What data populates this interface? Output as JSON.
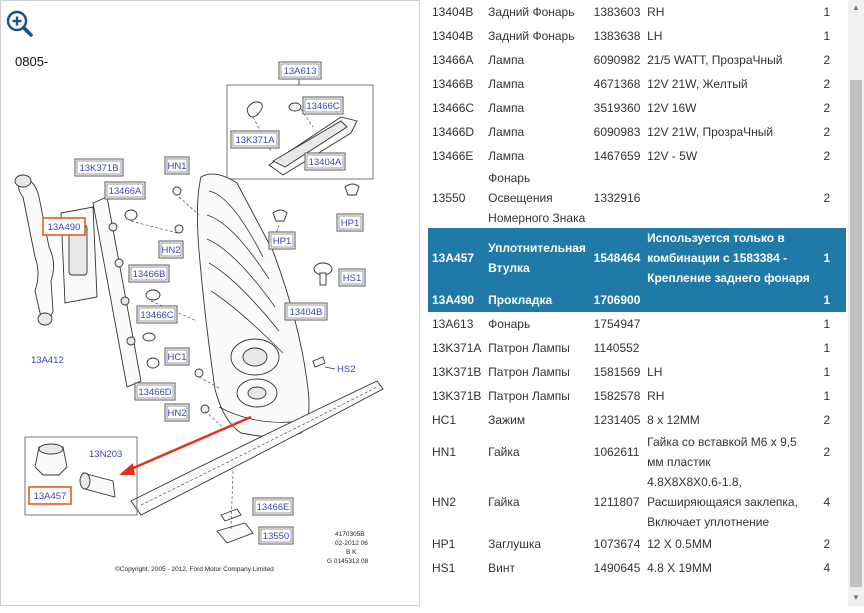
{
  "diagram": {
    "prefix": "0805-",
    "callouts": {
      "c_13A613": "13A613",
      "c_13466C": "13466C",
      "c_13K371A": "13K371A",
      "c_13404A": "13404A",
      "c_13K371B": "13K371B",
      "c_HN1": "HN1",
      "c_13466A": "13466A",
      "c_13A490": "13A490",
      "c_HN2a": "HN2",
      "c_13466B": "13466B",
      "c_13466C2": "13466C",
      "c_HC1": "HC1",
      "c_13466D": "13466D",
      "c_HN2b": "HN2",
      "c_HP1a": "HP1",
      "c_HP1b": "HP1",
      "c_HS1": "HS1",
      "c_13404B": "13404B",
      "c_13A457": "13A457",
      "c_13466E": "13466E",
      "c_13550": "13550"
    },
    "plain_labels": {
      "l_13A412": "13A412",
      "l_HS2": "HS2",
      "l_13N203": "13N203"
    },
    "stamp": [
      "4170305B",
      "02-2012 06",
      "B K",
      "G 0145313 08"
    ],
    "copyright": "©Copyright, 2005 - 2012, Ford Motor Company Limited"
  },
  "table": {
    "rows": [
      {
        "num": "13404B",
        "name": "Задний Фонарь",
        "part": "1383603",
        "desc": "RH",
        "qty": "1"
      },
      {
        "num": "13404B",
        "name": "Задний Фонарь",
        "part": "1383638",
        "desc": "LH",
        "qty": "1"
      },
      {
        "num": "13466A",
        "name": "Лампа",
        "part": "6090982",
        "desc": "21/5 WATT, ПрозраЧный",
        "qty": "2"
      },
      {
        "num": "13466B",
        "name": "Лампа",
        "part": "4671368",
        "desc": "12V 21W, Желтый",
        "qty": "2"
      },
      {
        "num": "13466C",
        "name": "Лампа",
        "part": "3519360",
        "desc": "12V 16W",
        "qty": "2"
      },
      {
        "num": "13466D",
        "name": "Лампа",
        "part": "6090983",
        "desc": "12V 21W, ПрозраЧный",
        "qty": "2"
      },
      {
        "num": "13466E",
        "name": "Лампа",
        "part": "1467659",
        "desc": "12V - 5W",
        "qty": "2"
      },
      {
        "num": "13550",
        "name": "Фонарь Освещения Номерного Знака",
        "part": "1332916",
        "desc": "",
        "qty": "2"
      },
      {
        "num": "13A457",
        "name": "Уплотнительная Втулка",
        "part": "1548464",
        "desc": "Используется только в комбинации с 1583384 - Крепление заднего фонаря",
        "qty": "1"
      },
      {
        "num": "13A490",
        "name": "Прокладка",
        "part": "1706900",
        "desc": "",
        "qty": "1"
      },
      {
        "num": "13A613",
        "name": "Фонарь",
        "part": "1754947",
        "desc": "",
        "qty": "1"
      },
      {
        "num": "13K371A",
        "name": "Патрон Лампы",
        "part": "1140552",
        "desc": "",
        "qty": "1"
      },
      {
        "num": "13K371B",
        "name": "Патрон Лампы",
        "part": "1581569",
        "desc": "LH",
        "qty": "1"
      },
      {
        "num": "13K371B",
        "name": "Патрон Лампы",
        "part": "1582578",
        "desc": "RH",
        "qty": "1"
      },
      {
        "num": "HC1",
        "name": "Зажим",
        "part": "1231405",
        "desc": "8 x 12MM",
        "qty": "2"
      },
      {
        "num": "HN1",
        "name": "Гайка",
        "part": "1062611",
        "desc": "Гайка со вставкой M6 x 9,5 мм пластик",
        "qty": "2"
      },
      {
        "num": "HN2",
        "name": "Гайка",
        "part": "1211807",
        "desc": "4.8X8X8X0.6-1.8, Расширяющаяся заклепка, Включает уплотнение",
        "qty": "4"
      },
      {
        "num": "HP1",
        "name": "Заглушка",
        "part": "1073674",
        "desc": "12 X 0.5MM",
        "qty": "2"
      },
      {
        "num": "HS1",
        "name": "Винт",
        "part": "1490645",
        "desc": "4.8 X 19MM",
        "qty": "4"
      }
    ]
  },
  "colors": {
    "highlight_row": "#1f7aa8",
    "callout_text": "#3b45b8",
    "callout_highlight_border": "#e06010",
    "arrow": "#e03020"
  },
  "icons": {
    "zoom": "zoom-in-icon",
    "scroll_up": "scroll-up-arrow-icon",
    "scroll_down": "scroll-down-arrow-icon"
  }
}
